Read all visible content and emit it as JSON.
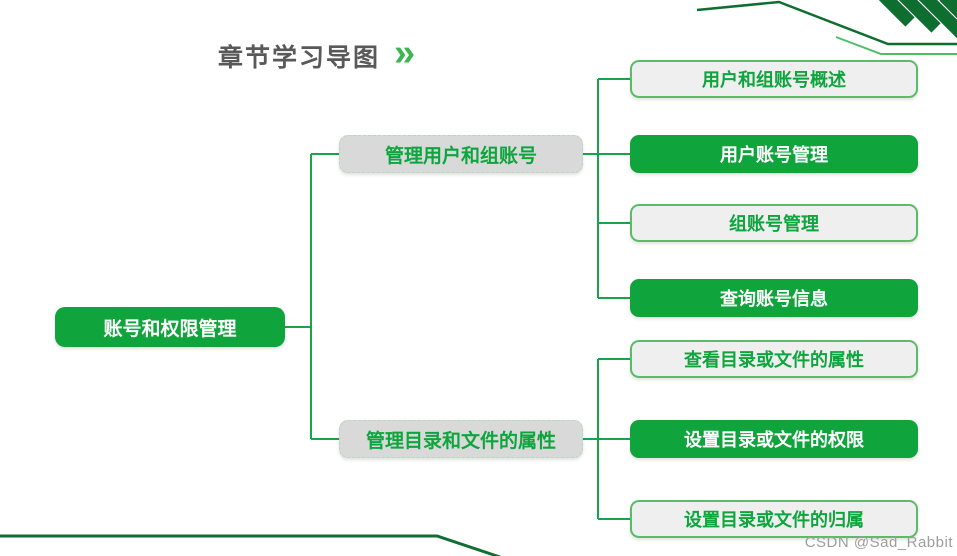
{
  "header": {
    "title": "章节学习导图",
    "chevrons": "»"
  },
  "watermark": "CSDN @Sad_Rabbit",
  "mindmap": {
    "root": {
      "label": "账号和权限管理",
      "style": "solid-green"
    },
    "branches": [
      {
        "label": "管理用户和组账号",
        "style": "gray",
        "children": [
          {
            "label": "用户和组账号概述",
            "style": "outline"
          },
          {
            "label": "用户账号管理",
            "style": "solid-green"
          },
          {
            "label": "组账号管理",
            "style": "outline"
          },
          {
            "label": "查询账号信息",
            "style": "solid-green"
          }
        ]
      },
      {
        "label": "管理目录和文件的属性",
        "style": "gray",
        "children": [
          {
            "label": "查看目录或文件的属性",
            "style": "outline"
          },
          {
            "label": "设置目录或文件的权限",
            "style": "solid-green"
          },
          {
            "label": "设置目录或文件的归属",
            "style": "outline"
          }
        ]
      }
    ]
  },
  "colors": {
    "solid_green": "#10a43c",
    "dark_green": "#0d6e2f",
    "connector_green": "#1aa449",
    "light_line_green": "#4cbf67",
    "branch_gray": "#d9d9d9",
    "leaf_bg_gray": "#efefef",
    "title_gray": "#595959",
    "watermark_gray": "#9e9e9e"
  }
}
